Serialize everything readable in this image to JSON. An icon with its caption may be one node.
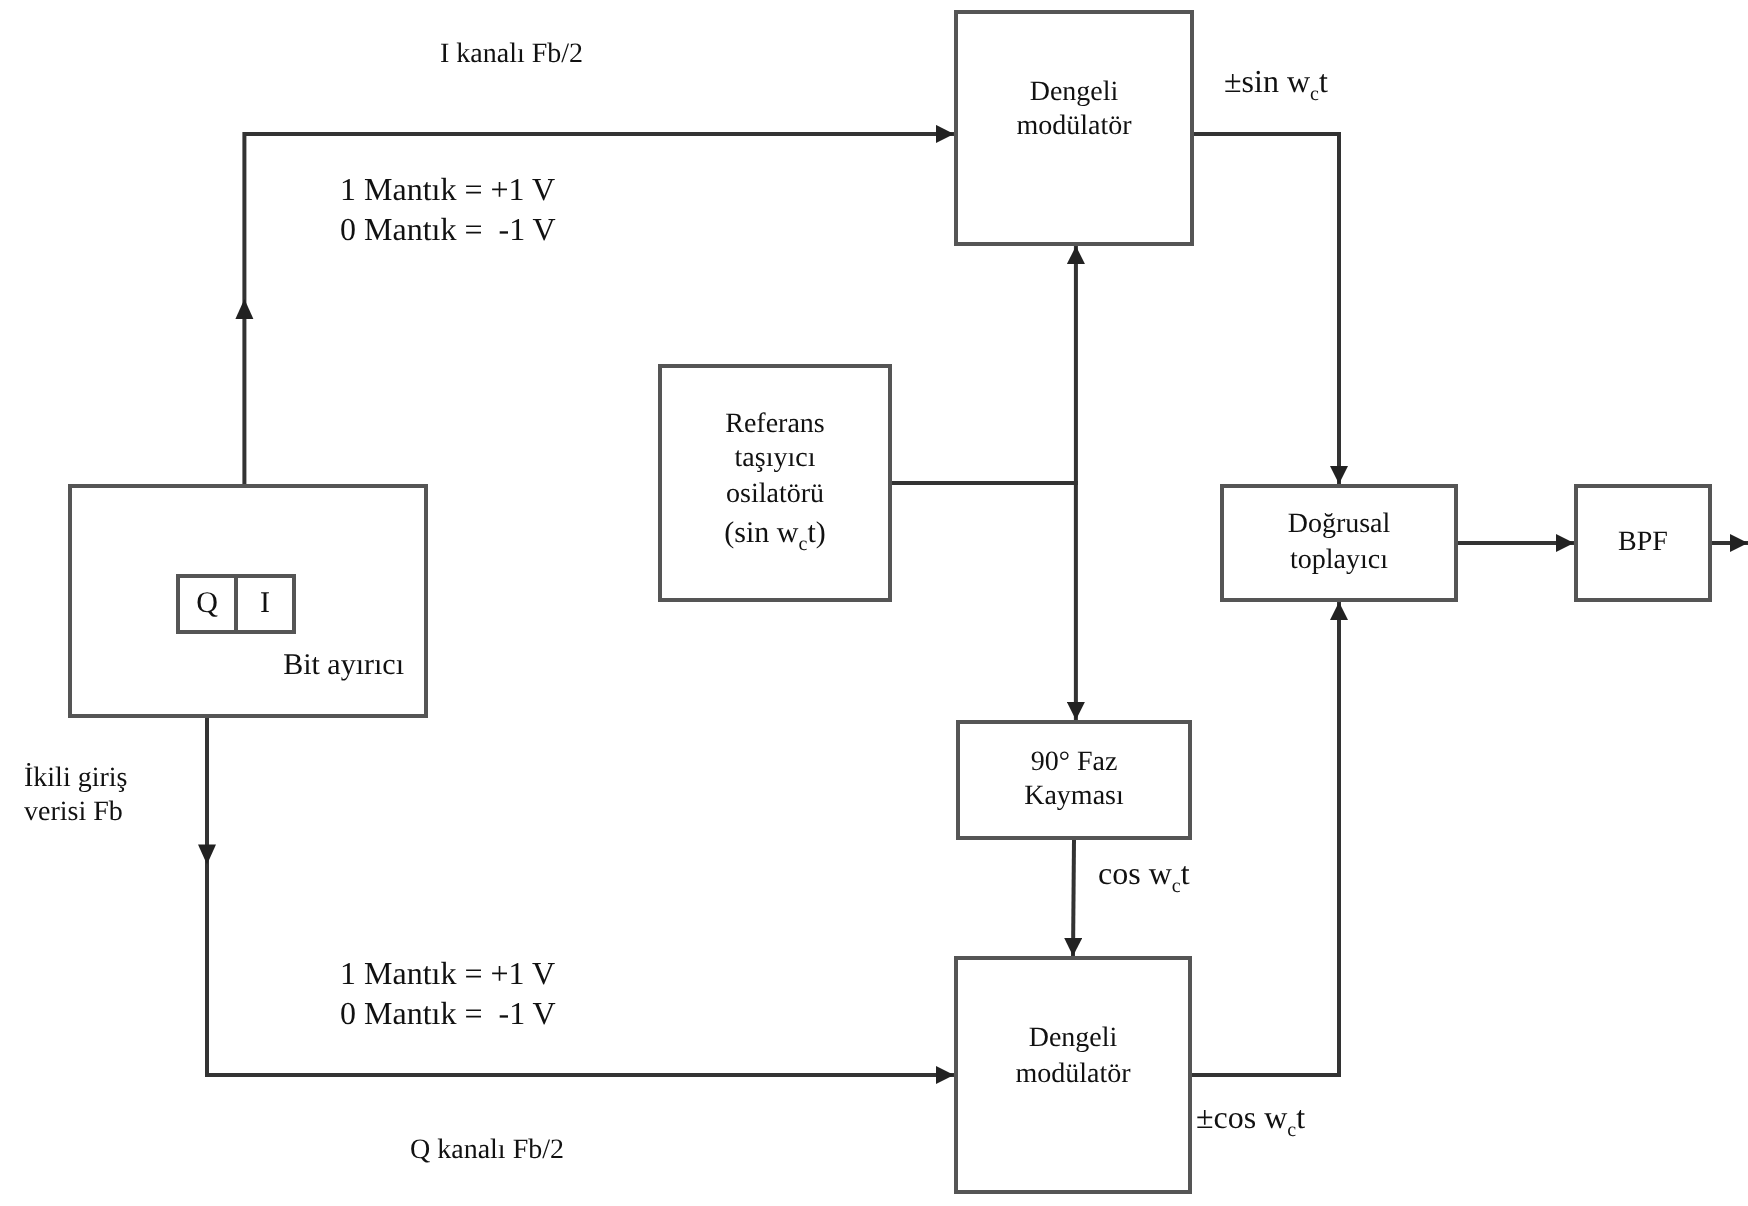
{
  "diagram": {
    "nodes": [
      {
        "text": [
          "Bit ayırıcı"
        ]
      },
      {
        "text": [
          "Q"
        ],
        "in": 0
      },
      {
        "text": [
          "I"
        ],
        "in": 0
      },
      {
        "text": [
          "Dengeli modülatör"
        ]
      },
      {
        "text": [
          "Referans taşıyıcı osilatörü",
          "(sin w$_{c}$t)"
        ]
      },
      {
        "text": [
          "90° Faz Kayması"
        ]
      },
      {
        "text": [
          "Dengeli modülatör"
        ]
      },
      {
        "text": [
          "Doğrusal toplayıcı"
        ]
      },
      {
        "text": [
          "BPF"
        ]
      }
    ],
    "edges": [
      {
        "from": 0,
        "to": 3,
        "arrow": "to"
      },
      {
        "from": 1,
        "to": 6,
        "arrow": "to"
      },
      {
        "from": 4,
        "to": 3,
        "arrow": "to"
      },
      {
        "from": 4,
        "to": 5,
        "arrow": "to"
      },
      {
        "from": 5,
        "to": 6,
        "arrow": "to"
      },
      {
        "from": 3,
        "to": 7,
        "arrow": "to"
      },
      {
        "from": 6,
        "to": 7,
        "arrow": "to"
      },
      {
        "from": 7,
        "to": 8,
        "arrow": "to"
      },
      {
        "from": 8,
        "to": null,
        "arrow": "to"
      }
    ],
    "labels": [
      "I kanalı Fb/2",
      "±sin w$_{c}$t",
      "1 Mantık = +1 V",
      "0 Mantık =  -1 V",
      "İkili giriş verisi Fb",
      "cos w$_{c}$t",
      "1 Mantık = +1 V",
      "0 Mantık =  -1 V",
      "±cos w$_{c}$t",
      "Q kanalı Fb/2"
    ]
  }
}
